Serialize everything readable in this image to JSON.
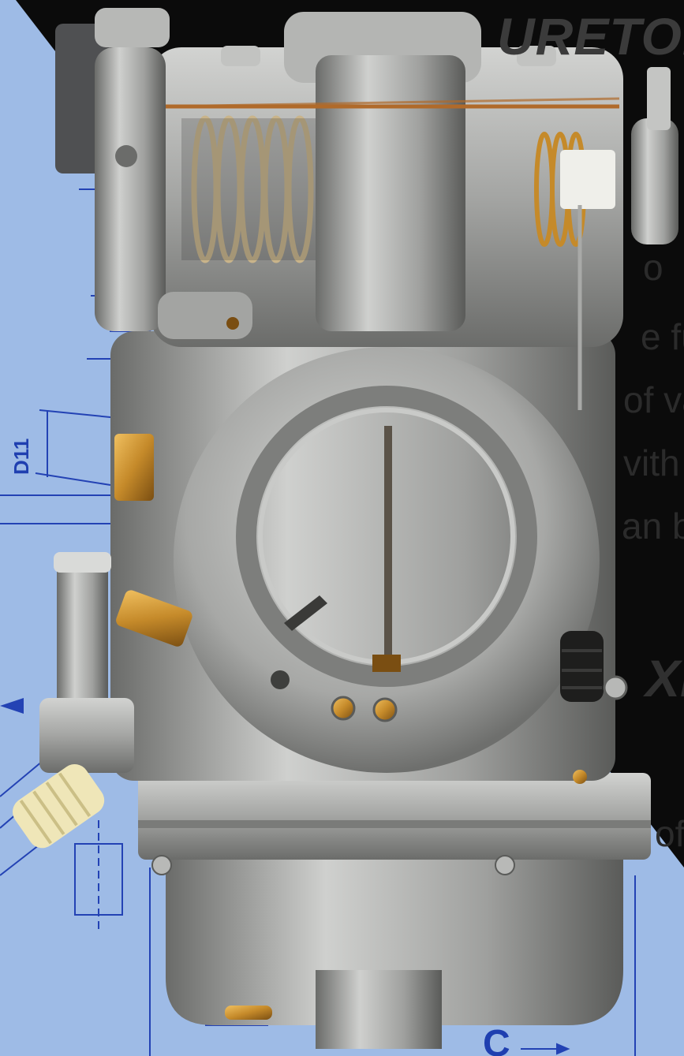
{
  "scene": {
    "subject": "Carburetor product photo over a blueprint drawing background",
    "colors": {
      "blueprint": "#9ebbe6",
      "blueprint_ink": "#2342b4",
      "dark_panel": "#0b0b0b",
      "metal_light": "#c9cac8",
      "metal_mid": "#9a9b99",
      "metal_dark": "#5d5e5c",
      "brass": "#c58a2a",
      "copper_gasket": "#b06a2a",
      "cap_plastic": "#efe6b8"
    }
  },
  "background_text": {
    "heading": "URETOR",
    "lines": [
      "o",
      "e fu",
      "of va",
      "vith a",
      "an b",
      "of"
    ],
    "big_fragment": "XI"
  },
  "blueprint_labels": {
    "dimension": "D11",
    "section": "C"
  }
}
